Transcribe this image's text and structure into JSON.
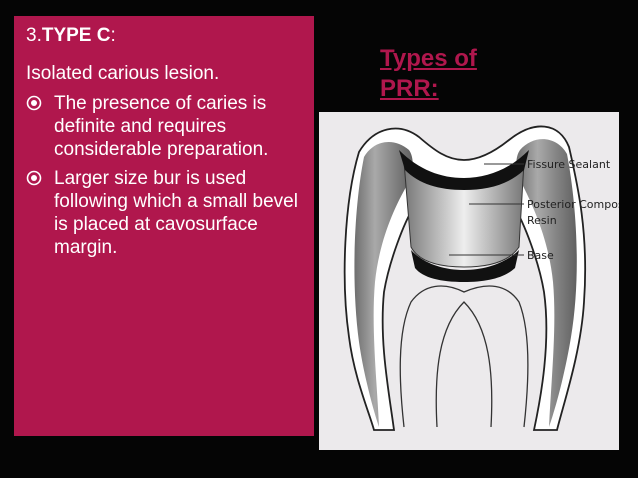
{
  "heading": {
    "number": "3.",
    "type": "TYPE C",
    "colon": ":"
  },
  "intro": "Isolated carious lesion.",
  "bullets": [
    {
      "icon": "target-bullet-icon",
      "text": "The presence of caries is definite and requires considerable preparation."
    },
    {
      "icon": "target-bullet-icon",
      "text": "Larger size bur is used following which a small bevel is placed at cavosurface margin."
    }
  ],
  "side_title": "Types of PRR:",
  "figure": {
    "labels": {
      "fissure_sealant": "Fissure Sealant",
      "posterior_composite_1": "Posterior Composite",
      "posterior_composite_2": "Resin",
      "base": "Base"
    }
  },
  "colors": {
    "accent": "#b0174d",
    "background": "#050505"
  }
}
